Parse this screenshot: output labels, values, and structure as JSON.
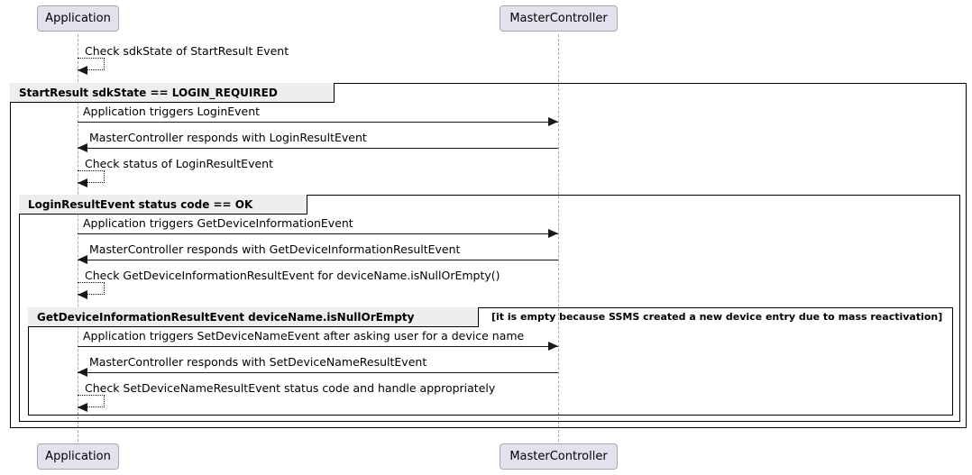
{
  "diagram": {
    "type": "sequence-diagram",
    "title": "",
    "background": "#FFFFFF",
    "participant_fill": "#E2E2EE",
    "participant_border": "#A8A8A8",
    "frame_label_fill": "#EEEEEE",
    "line_color": "#181818"
  },
  "participants": [
    {
      "id": "application",
      "label": "Application"
    },
    {
      "id": "mastercontroller",
      "label": "MasterController"
    }
  ],
  "participants_bottom": [
    {
      "id": "application-bottom",
      "label": "Application"
    },
    {
      "id": "mastercontroller-bottom",
      "label": "MasterController"
    }
  ],
  "fragments": [
    {
      "id": "frag-startresult",
      "label": "StartResult sdkState == LOGIN_REQUIRED",
      "guard": ""
    },
    {
      "id": "frag-loginresult",
      "label": "LoginResultEvent status code == OK",
      "guard": ""
    },
    {
      "id": "frag-devicename",
      "label": "GetDeviceInformationResultEvent deviceName.isNullOrEmpty",
      "guard": "[it is empty because SSMS created a new device entry due to mass reactivation]"
    }
  ],
  "messages": [
    {
      "id": "msg-check-sdkstate",
      "label": "Check sdkState of StartResult Event",
      "kind": "self",
      "from": "application",
      "to": "application"
    },
    {
      "id": "msg-trigger-loginevent",
      "label": "Application triggers LoginEvent",
      "kind": "request",
      "from": "application",
      "to": "mastercontroller"
    },
    {
      "id": "msg-loginresultevent",
      "label": "MasterController responds with LoginResultEvent",
      "kind": "response",
      "from": "mastercontroller",
      "to": "application"
    },
    {
      "id": "msg-check-loginresult-status",
      "label": "Check status of LoginResultEvent",
      "kind": "self",
      "from": "application",
      "to": "application"
    },
    {
      "id": "msg-trigger-getdeviceinformationevent",
      "label": "Application triggers GetDeviceInformationEvent",
      "kind": "request",
      "from": "application",
      "to": "mastercontroller"
    },
    {
      "id": "msg-getdeviceinformationresultevent",
      "label": "MasterController responds with GetDeviceInformationResultEvent",
      "kind": "response",
      "from": "mastercontroller",
      "to": "application"
    },
    {
      "id": "msg-check-devicename",
      "label": "Check GetDeviceInformationResultEvent for deviceName.isNullOrEmpty()",
      "kind": "self",
      "from": "application",
      "to": "application"
    },
    {
      "id": "msg-trigger-setdevicenameevent",
      "label": "Application triggers SetDeviceNameEvent after asking user for a device name",
      "kind": "request",
      "from": "application",
      "to": "mastercontroller"
    },
    {
      "id": "msg-setdevicenameresultevent",
      "label": "MasterController responds with SetDeviceNameResultEvent",
      "kind": "response",
      "from": "mastercontroller",
      "to": "application"
    },
    {
      "id": "msg-check-setdevicename-status",
      "label": "Check SetDeviceNameResultEvent status code and handle appropriately",
      "kind": "self",
      "from": "application",
      "to": "application"
    }
  ]
}
